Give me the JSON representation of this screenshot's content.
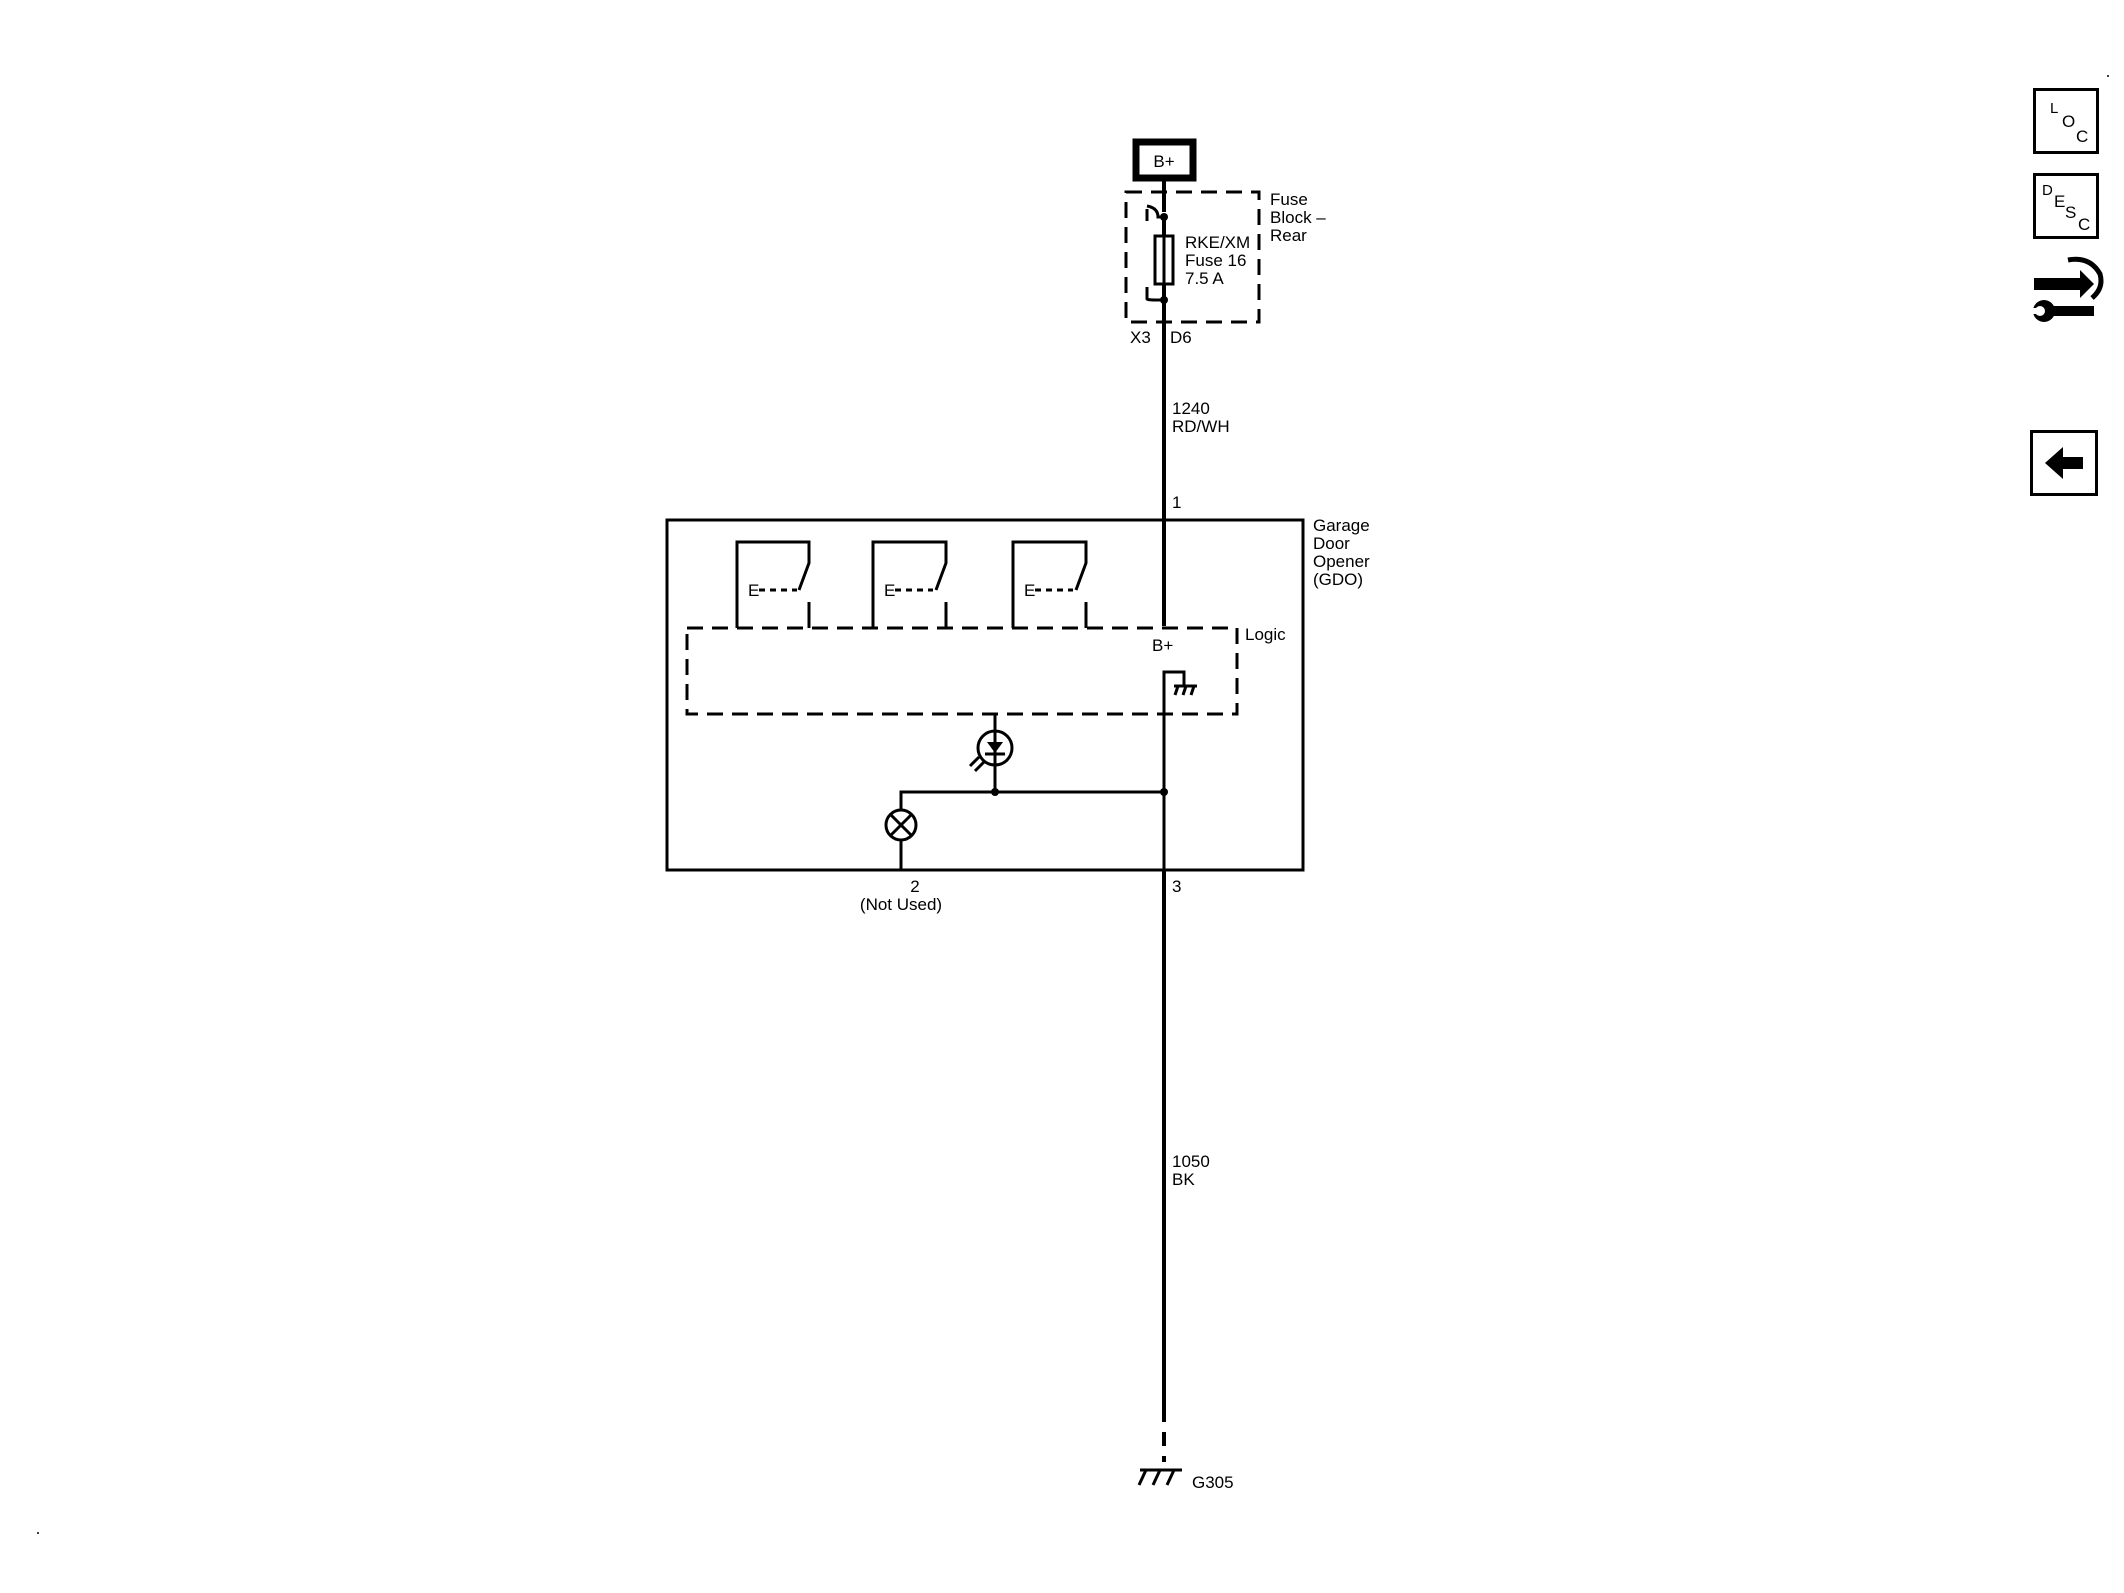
{
  "power_source": {
    "label": "B+"
  },
  "fuse_block": {
    "name_lines": [
      "Fuse",
      "Block –",
      "Rear"
    ],
    "fuse_lines": [
      "RKE/XM",
      "Fuse 16",
      "7.5 A"
    ],
    "connector_left": "X3",
    "connector_right": "D6"
  },
  "wire_feed": {
    "circuit": "1240",
    "color": "RD/WH"
  },
  "gdo_module": {
    "name_lines": [
      "Garage",
      "Door",
      "Opener",
      "(GDO)"
    ],
    "pin_power": "1",
    "pin_indicator": "2",
    "pin_indicator_note": "(Not Used)",
    "pin_ground": "3",
    "logic_label": "Logic",
    "logic_bplus": "B+",
    "switch_glyph": "E"
  },
  "wire_ground": {
    "circuit": "1050",
    "color": "BK"
  },
  "ground": {
    "label": "G305"
  },
  "toolbar": {
    "loc": {
      "l1": "L",
      "l2": "O",
      "l3": "C"
    },
    "desc": {
      "l1": "D",
      "l2": "E",
      "l3": "S",
      "l4": "C"
    },
    "connector_tool_icon": "connector-wrench-icon",
    "back_icon": "back-arrow-icon"
  }
}
